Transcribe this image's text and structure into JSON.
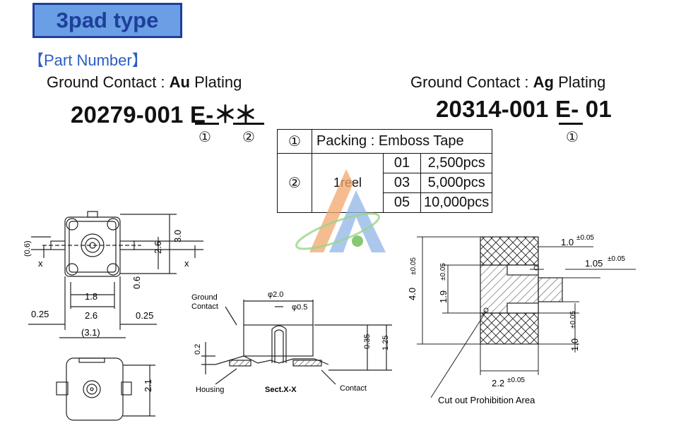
{
  "header": {
    "title": "3pad type",
    "part_number_heading": "【Part Number】"
  },
  "left_part": {
    "contact_prefix": "Ground Contact : ",
    "contact_metal": "Au",
    "contact_suffix": " Plating",
    "number_base": "20279-001 ",
    "number_code": "E",
    "number_sep": "-",
    "number_tail": "＊＊",
    "marker_1": "①",
    "marker_2": "②"
  },
  "right_part": {
    "contact_prefix": "Ground Contact : ",
    "contact_metal": "Ag",
    "contact_suffix": " Plating",
    "number_base": "20314-001 ",
    "number_code": "E",
    "number_sep": "- 01",
    "marker_1": "①"
  },
  "packing_table": {
    "row1_symbol": "①",
    "row1_text": "Packing : Emboss Tape",
    "row2_symbol": "②",
    "reel_label": "1reel",
    "options": [
      {
        "code": "01",
        "qty": "2,500pcs"
      },
      {
        "code": "03",
        "qty": "5,000pcs"
      },
      {
        "code": "05",
        "qty": "10,000pcs"
      }
    ]
  },
  "drawing_top": {
    "dims": [
      "(0.6)",
      "3.0",
      "2.6",
      "0.6",
      "1.8",
      "0.25",
      "2.6",
      "0.25",
      "(3.1)"
    ],
    "section_mark": "x"
  },
  "drawing_bottom": {
    "dims": [
      "2.1"
    ]
  },
  "section_view": {
    "labels": [
      "Ground",
      "Contact",
      "Housing",
      "Sect.X-X",
      "Contact"
    ],
    "dims": [
      "φ2.0",
      "φ0.5",
      "0.2",
      "0.35",
      "1.25"
    ]
  },
  "footprint": {
    "dims": [
      "4.0",
      "±0.05",
      "1.9",
      "±0.05",
      "1.0",
      "±0.05",
      "1.05",
      "±0.05",
      "1.0",
      "±0.05",
      "2.2",
      "±0.05"
    ],
    "label": "Cut out Prohibition Area"
  },
  "colors": {
    "title_bg": "#6a9fe6",
    "title_border": "#1e3f9a",
    "heading": "#2c5cc5"
  }
}
